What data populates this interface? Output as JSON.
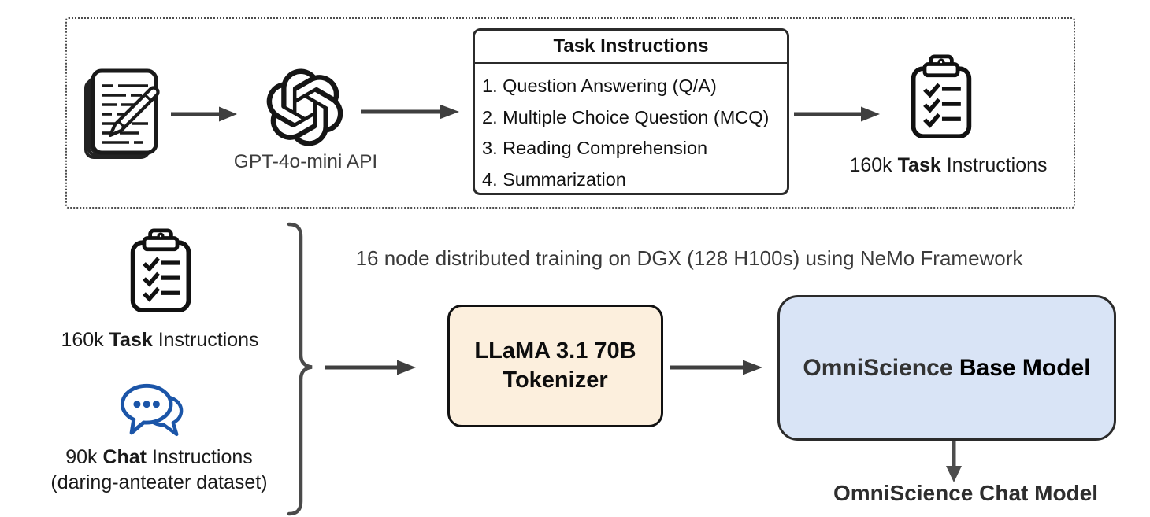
{
  "top_pipeline": {
    "gpt_label": "GPT-4o-mini API",
    "task_box": {
      "title": "Task Instructions",
      "items": [
        "1. Question Answering (Q/A)",
        "2. Multiple Choice Question (MCQ)",
        "3. Reading Comprehension",
        "4. Summarization"
      ]
    },
    "output_label": {
      "prefix": "160k ",
      "bold": "Task",
      "suffix": " Instructions"
    }
  },
  "bottom_pipeline": {
    "task_input_label": {
      "prefix": "160k ",
      "bold": "Task",
      "suffix": " Instructions"
    },
    "chat_input_label": {
      "prefix": "90k ",
      "bold": "Chat",
      "suffix": " Instructions",
      "line2": "(daring-anteater dataset)"
    },
    "training_note": "16 node distributed training on DGX (128 H100s) using NeMo Framework",
    "tokenizer_box": {
      "line1": "LLaMA 3.1 70B",
      "line2": "Tokenizer"
    },
    "base_model_box": {
      "prefix": "OmniScience ",
      "bold": "Base Model"
    },
    "chat_model_label": "OmniScience Chat Model"
  },
  "icons": [
    "documents-pencil-icon",
    "openai-logo-icon",
    "clipboard-checklist-icon",
    "chat-bubbles-icon",
    "arrow-right-icon",
    "arrow-down-icon",
    "curly-brace-icon"
  ],
  "colors": {
    "tokenizer_fill": "#fcefdd",
    "base_model_fill": "#d9e4f6",
    "chat_icon_blue": "#1b55a8",
    "arrow_gray": "#3f3f3f",
    "border_dark": "#1f1f1f"
  }
}
